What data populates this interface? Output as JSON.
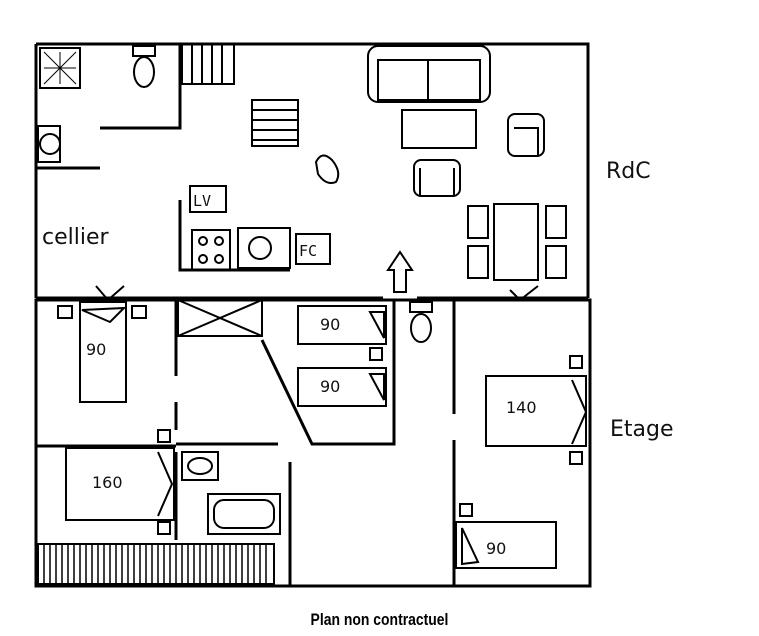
{
  "levels": {
    "ground": "RdC",
    "upper": "Etage"
  },
  "rooms": {
    "storage": "cellier"
  },
  "appliances": {
    "dishwasher": "LV",
    "stove": "FC"
  },
  "beds": [
    "90",
    "90",
    "90",
    "160",
    "140",
    "90"
  ],
  "caption": "Plan non contractuel"
}
